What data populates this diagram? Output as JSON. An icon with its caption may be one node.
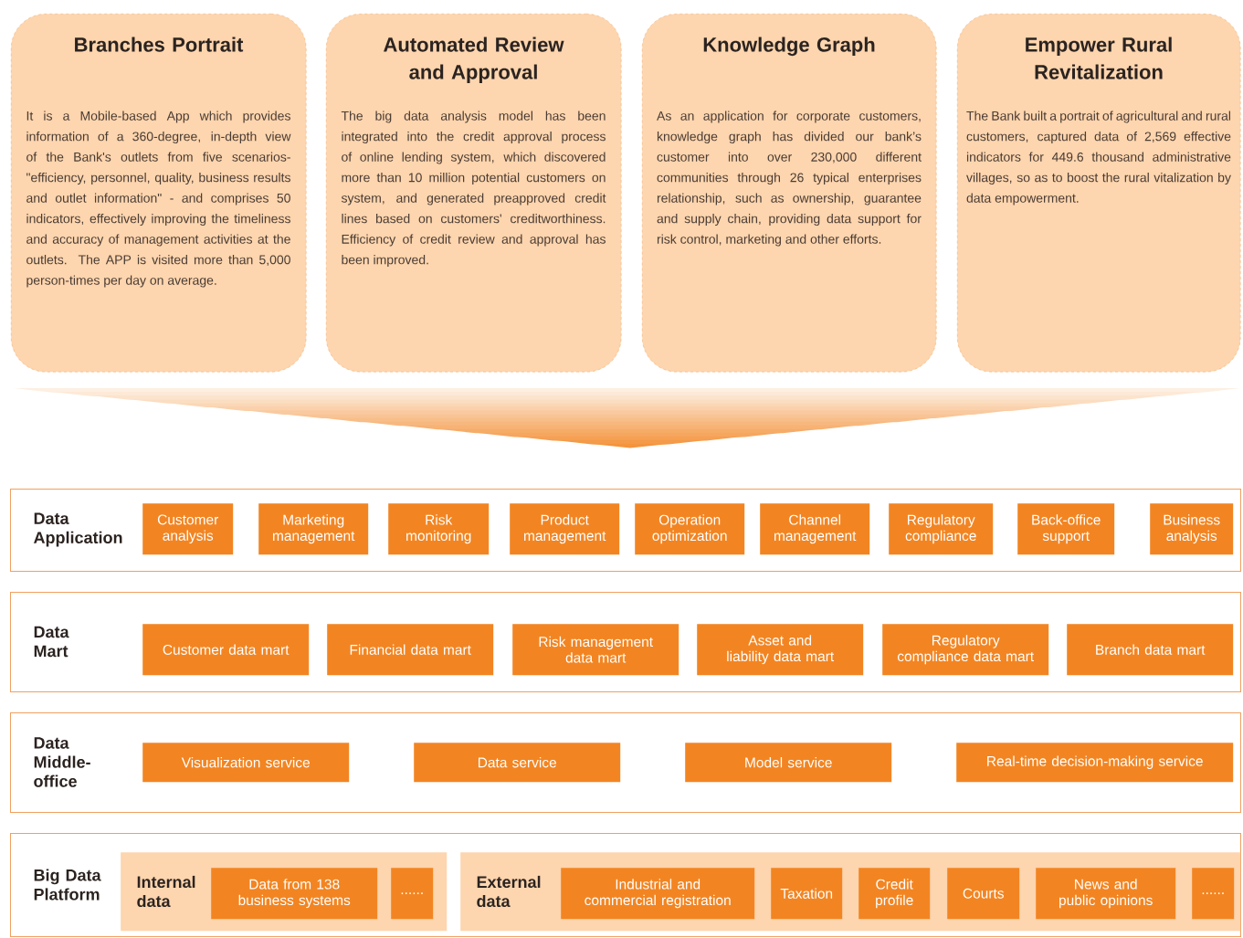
{
  "diagram": {
    "nodes": [
      {
        "text": [
          "Branches Portrait",
          "It is a Mobile-based App which provides information of a 360-degree, in-depth view of the Bank's outlets from five scenarios- \"efficiency, personnel, quality, business results and outlet information\" - and comprises 50 indicators, effectively improving the timeliness and accuracy of management activities at the outlets. The APP is visited more than 5,000 person-times per day on average."
        ]
      },
      {
        "text": [
          "Automated Review and Approval",
          "The big data analysis model has been integrated into the credit approval process of online lending system, which discovered more than 10 million potential customers on system, and generated preapproved credit lines based on customers' creditworthiness. Efficiency of credit review and approval has been improved."
        ]
      },
      {
        "text": [
          "Knowledge Graph",
          "As an application for corporate customers, knowledge graph has divided our bank’s customer into over 230,000 different communities through 26 typical enterprises relationship, such as ownership, guarantee and supply chain, providing data support for risk control, marketing and other efforts."
        ]
      },
      {
        "text": [
          "Empower Rural Revitalization",
          "The Bank built a portrait of agricultural and rural customers, captured data of 2,569 effective indicators for 449.6 thousand administrative villages, so as to boost the rural vitalization by data empowerment."
        ]
      },
      {
        "text": [
          "Data Application"
        ]
      },
      {
        "text": [
          "Customer analysis"
        ],
        "in": 4
      },
      {
        "text": [
          "Marketing management"
        ],
        "in": 4
      },
      {
        "text": [
          "Risk monitoring"
        ],
        "in": 4
      },
      {
        "text": [
          "Product management"
        ],
        "in": 4
      },
      {
        "text": [
          "Operation optimization"
        ],
        "in": 4
      },
      {
        "text": [
          "Channel management"
        ],
        "in": 4
      },
      {
        "text": [
          "Regulatory compliance"
        ],
        "in": 4
      },
      {
        "text": [
          "Back-office support"
        ],
        "in": 4
      },
      {
        "text": [
          "Business analysis"
        ],
        "in": 4
      },
      {
        "text": [
          "Data Mart"
        ]
      },
      {
        "text": [
          "Customer data mart"
        ],
        "in": 14
      },
      {
        "text": [
          "Financial data mart"
        ],
        "in": 14
      },
      {
        "text": [
          "Risk management data mart"
        ],
        "in": 14
      },
      {
        "text": [
          "Asset and liability data mart"
        ],
        "in": 14
      },
      {
        "text": [
          "Regulatory compliance data mart"
        ],
        "in": 14
      },
      {
        "text": [
          "Branch data mart"
        ],
        "in": 14
      },
      {
        "text": [
          "Data Middle-office"
        ]
      },
      {
        "text": [
          "Visualization service"
        ],
        "in": 21
      },
      {
        "text": [
          "Data service"
        ],
        "in": 21
      },
      {
        "text": [
          "Model service"
        ],
        "in": 21
      },
      {
        "text": [
          "Real-time decision-making service"
        ],
        "in": 21
      },
      {
        "text": [
          "Big Data Platform"
        ]
      },
      {
        "text": [
          "Internal data"
        ],
        "in": 26
      },
      {
        "text": [
          "Data from 138 business systems"
        ],
        "in": 27
      },
      {
        "text": [
          "......"
        ],
        "in": 27
      },
      {
        "text": [
          "External data"
        ],
        "in": 26
      },
      {
        "text": [
          "Industrial and commercial registration"
        ],
        "in": 30
      },
      {
        "text": [
          "Taxation"
        ],
        "in": 30
      },
      {
        "text": [
          "Credit profile"
        ],
        "in": 30
      },
      {
        "text": [
          "Courts"
        ],
        "in": 30
      },
      {
        "text": [
          "News and public opinions"
        ],
        "in": 30
      },
      {
        "text": [
          "......"
        ],
        "in": 30
      }
    ]
  }
}
